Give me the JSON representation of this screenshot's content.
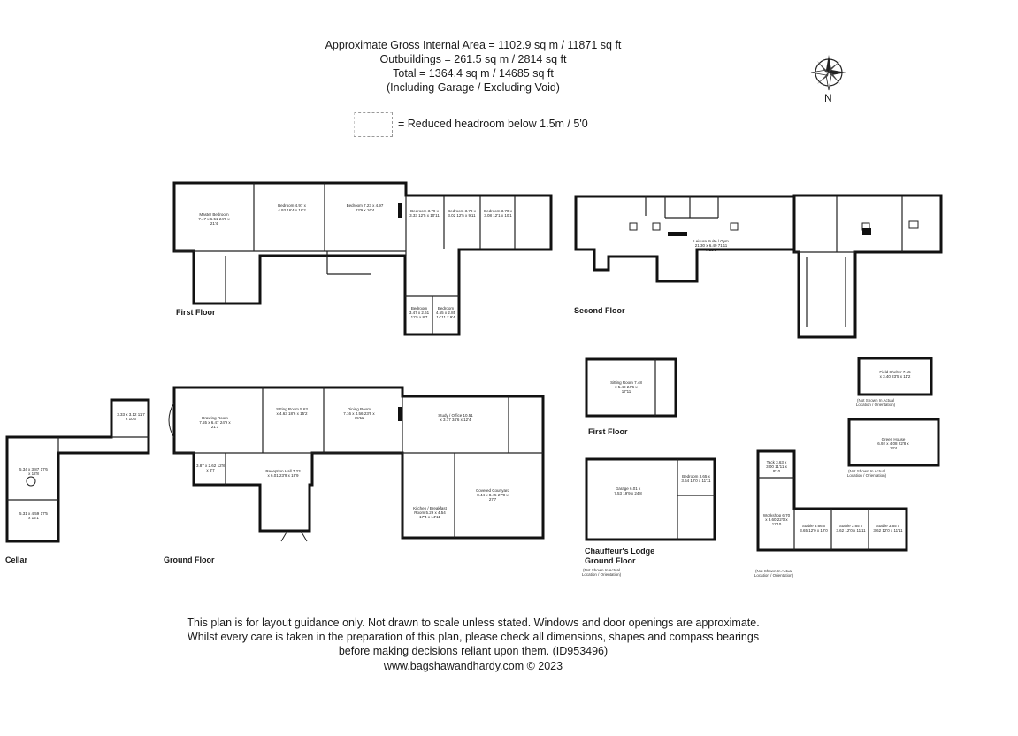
{
  "header": {
    "line1": "Approximate Gross Internal Area = 1102.9 sq m / 11871 sq ft",
    "line2": "Outbuildings = 261.5 sq m / 2814 sq ft",
    "line3": "Total = 1364.4 sq m / 14685 sq ft",
    "line4": "(Including Garage / Excluding Void)"
  },
  "legend": {
    "text": "= Reduced headroom below 1.5m / 5'0"
  },
  "compass": {
    "north_label": "N",
    "icon": "compass-rose-icon"
  },
  "floor_labels": {
    "first_floor": "First Floor",
    "second_floor": "Second Floor",
    "cellar": "Cellar",
    "ground_floor": "Ground Floor",
    "lodge_first_floor": "First Floor",
    "lodge_ground_line1": "Chauffeur's Lodge",
    "lodge_ground_line2": "Ground Floor"
  },
  "notes": {
    "not_shown_a": "(Not Shown In Actual Location / Orientation)",
    "not_shown_b": "(Not Shown In Actual Location / Orientation)",
    "not_shown_c": "(Not Shown In Actual Location / Orientation)",
    "not_shown_d": "(Not Shown In Actual Location / Orientation)"
  },
  "rooms": {
    "master_bedroom": "Master Bedroom 7.47 x 6.51 24'6 x 21'4",
    "ff_bedroom_1": "Bedroom 4.97 x 4.93 16'4 x 16'2",
    "ff_bedroom_2": "Bedroom 7.23 x 4.97 23'9 x 16'4",
    "ff_bedroom_3": "Bedroom 3.79 x 3.33 12'5 x 10'11",
    "ff_bedroom_4": "Bedroom 3.78 x 3.02 12'5 x 9'11",
    "ff_bedroom_5": "Bedroom 3.70 x 3.08 12'1 x 10'1",
    "ff_bedroom_6": "Bedroom 3.47 x 2.61 11'5 x 8'7",
    "ff_bedroom_7": "Bedroom 4.55 x 2.85 14'11 x 9'4",
    "leisure_suite": "Leisure Suite / Gym 21.30 x 6.49 71'11 x 21'3",
    "sitting_room_sf": "Sitting Room 7.48 x 5.48 24'6 x 17'11",
    "field_shelter": "Field Shelter 7.15 x 3.40 23'5 x 11'2",
    "green_house": "Green House 6.92 x 4.08 22'8 x 13'4",
    "cellar_1": "3.33 x 3.12 11'7 x 10'3",
    "cellar_2": "5.34 x 3.87 17'6 x 12'8",
    "cellar_3": "5.31 x 4.59 17'5 x 15'1",
    "drawing_room": "Drawing Room 7.55 x 6.47 24'9 x 21'3",
    "sitting_room_gf": "Sitting Room 5.63 x 4.63 18'6 x 15'2",
    "dining_room": "Dining Room 7.16 x 4.56 23'6 x 15'11",
    "study_office": "Study / Office 10.51 x 3.77 34'6 x 12'4",
    "reception_hall": "Reception Hall 7.23 x 6.01 23'9 x 19'9",
    "small_room_gf": "3.87 x 2.62 12'8 x 8'7",
    "kitchen": "Kitchen / Breakfast Room 5.29 x 4.54 17'4 x 14'11",
    "covered_courtyard": "Covered Courtyard 8.44 x 8.45 27'8 x 27'7",
    "garage": "Garage 6.01 x 7.53 19'9 x 24'8",
    "lodge_bedroom": "Bedroom 3.65 x 3.64 12'0 x 11'11",
    "tack": "Tack 3.63 x 3.00 11'11 x 9'10",
    "workshop": "Workshop 6.70 x 3.60 22'0 x 11'10",
    "stable_1": "Stable 3.66 x 3.65 12'0 x 12'0",
    "stable_2": "Stable 3.65 x 3.62 12'0 x 11'11",
    "stable_3": "Stable 3.65 x 3.62 12'0 x 11'11"
  },
  "footer": {
    "line1": "This plan is for layout guidance only. Not drawn to scale unless stated. Windows and door openings are approximate.",
    "line2": "Whilst every care is taken in the preparation of this plan, please check all dimensions, shapes and compass bearings",
    "line3": "before making decisions reliant upon them. (ID953496)",
    "line4": "www.bagshawandhardy.com © 2023"
  }
}
